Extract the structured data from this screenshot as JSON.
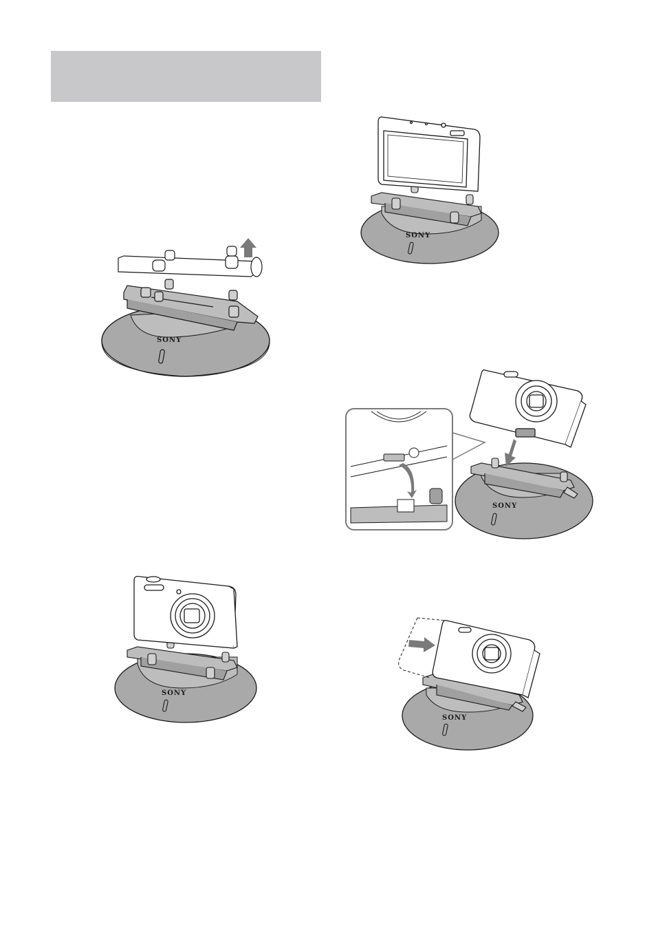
{
  "header": {
    "title": ""
  },
  "brand": {
    "logo_text": "SONY"
  },
  "colors": {
    "header_bar": "#c8c8ca",
    "base_fill": "#a9a9a9",
    "arrow_fill": "#7a7a7a",
    "outline": "#1a1a1a",
    "camera_fill": "#ffffff"
  },
  "figures": [
    {
      "name": "clamp-removal",
      "icon": "arrow-up-icon"
    },
    {
      "name": "camera-back-on-base"
    },
    {
      "name": "camera-front-on-base"
    },
    {
      "name": "camera-mount-detail",
      "icon": "arrow-down-icon"
    },
    {
      "name": "camera-tilted-into-holder",
      "icon": "arrow-right-icon"
    }
  ]
}
